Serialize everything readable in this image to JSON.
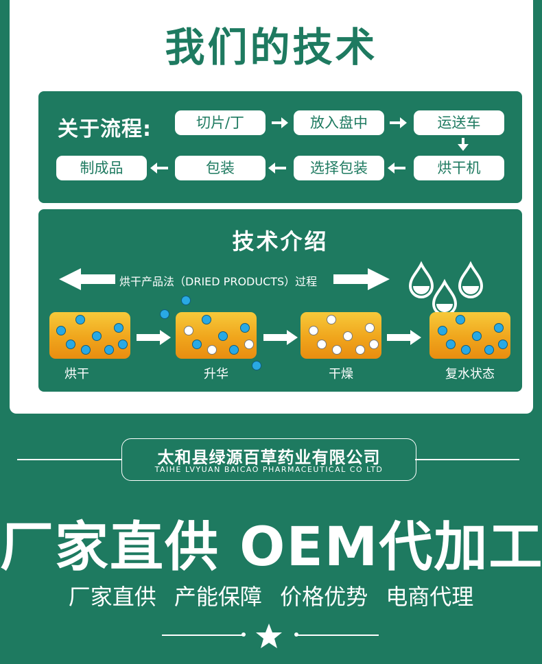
{
  "title": "我们的技术",
  "process": {
    "label": "关于流程:",
    "steps_row1": [
      "切片/丁",
      "放入盘中",
      "运送车"
    ],
    "steps_row2": [
      "制成品",
      "包装",
      "选择包装",
      "烘干机"
    ]
  },
  "tech": {
    "title": "技术介绍",
    "method": "烘干产品法（DRIED PRODUCTS）过程",
    "stages": [
      "烘干",
      "升华",
      "干燥",
      "复水状态"
    ]
  },
  "company": {
    "name_cn": "太和县绿源百草药业有限公司",
    "name_en": "TAIHE LVYUAN BAICAO PHARMACEUTICAL CO LTD"
  },
  "slogan": "厂家直供 OEM代加工",
  "sub_slogans": [
    "厂家直供",
    "产能保障",
    "价格优势",
    "电商代理"
  ],
  "icons": [
    "water-drop-icon",
    "star-icon",
    "arrow-icon"
  ],
  "colors": {
    "primary": "#1e7a60",
    "box_orange": "#f0a51c",
    "water_blue": "#29a9e4"
  }
}
